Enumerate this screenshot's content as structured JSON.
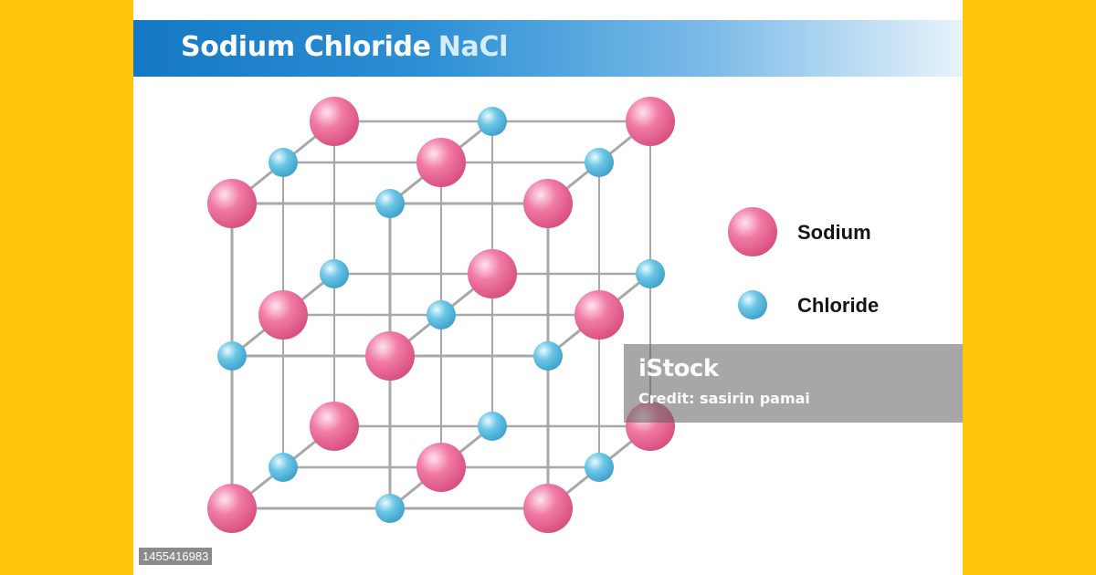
{
  "title": {
    "main": "Sodium Chloride",
    "formula": "NaCl"
  },
  "legend": [
    {
      "label": "Sodium",
      "color": "#F07BA5",
      "icon": "sodium-atom-icon"
    },
    {
      "label": "Chloride",
      "color": "#6CC6E6",
      "icon": "chloride-atom-icon"
    }
  ],
  "watermark": {
    "logo": "iStock",
    "credit": "Credit: sasirin pamai"
  },
  "image_id": "1455416983",
  "colors": {
    "background": "#FFC60A",
    "title_bar": "#1578C4",
    "sodium": "#F07BA5",
    "chloride": "#6CC6E6",
    "bond": "#A8A8A8"
  }
}
